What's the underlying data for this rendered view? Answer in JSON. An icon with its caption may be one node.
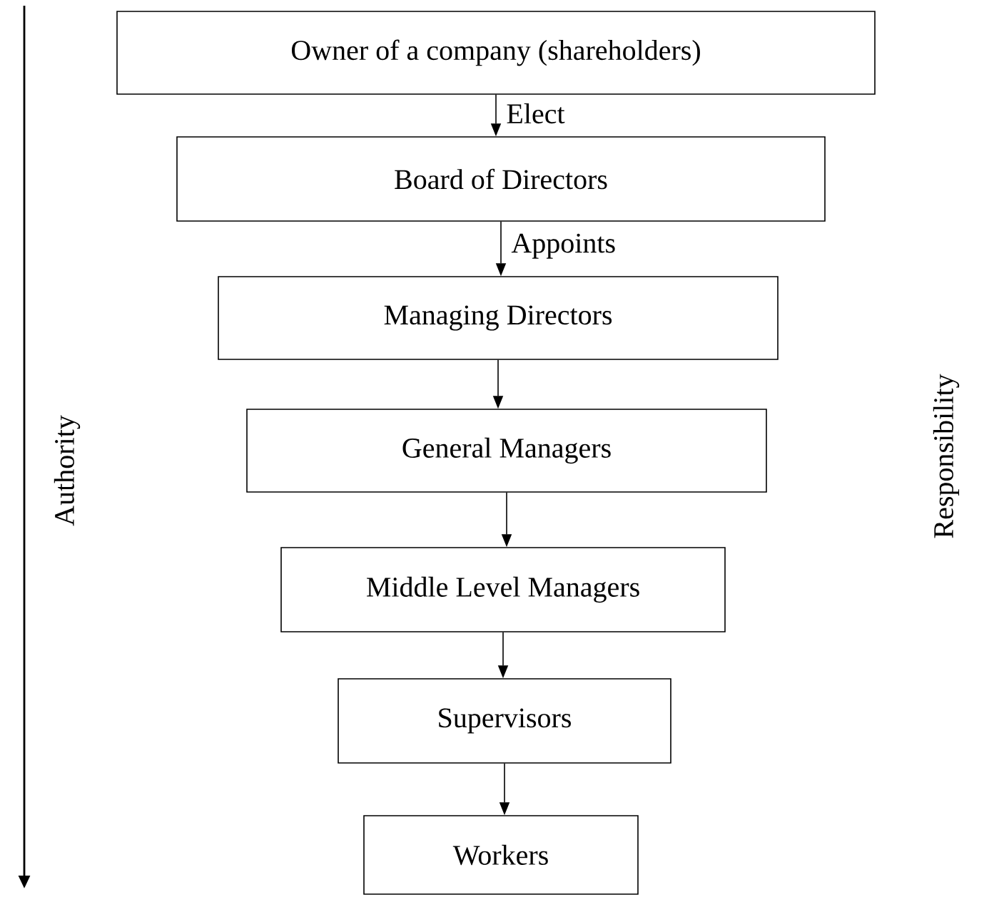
{
  "diagram": {
    "nodes": [
      {
        "text": [
          "Owner of a company (shareholders)"
        ]
      },
      {
        "text": [
          "Board of Directors"
        ]
      },
      {
        "text": [
          "Managing Directors"
        ]
      },
      {
        "text": [
          "General Managers"
        ]
      },
      {
        "text": [
          "Middle Level Managers"
        ]
      },
      {
        "text": [
          "Supervisors"
        ]
      },
      {
        "text": [
          "Workers"
        ]
      }
    ],
    "edges": [
      {
        "from": 0,
        "to": 1,
        "arrow": "to",
        "label": "Elect"
      },
      {
        "from": 1,
        "to": 2,
        "arrow": "to",
        "label": "Appoints"
      },
      {
        "from": 2,
        "to": 3,
        "arrow": "to"
      },
      {
        "from": 3,
        "to": 4,
        "arrow": "to"
      },
      {
        "from": 4,
        "to": 5,
        "arrow": "to"
      },
      {
        "from": 5,
        "to": 6,
        "arrow": "to"
      }
    ],
    "labels": [
      "Authority",
      "Responsibility"
    ]
  }
}
